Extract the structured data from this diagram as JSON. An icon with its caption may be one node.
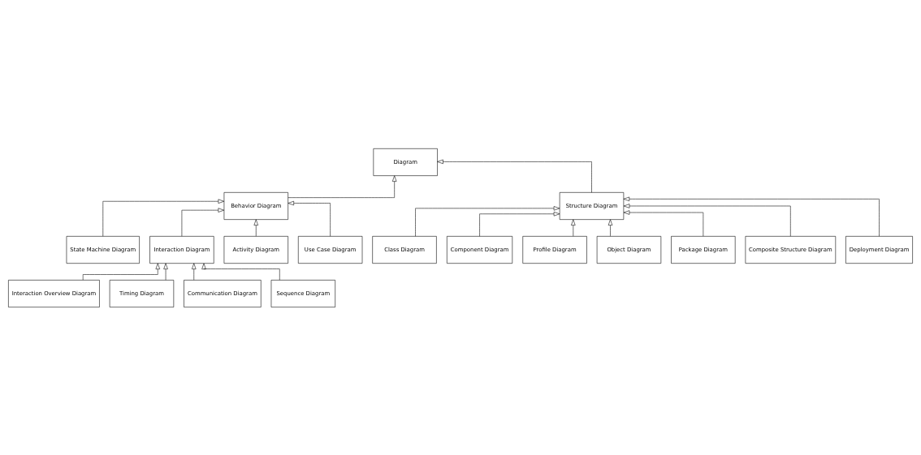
{
  "diagram": {
    "nodes": [
      {
        "text": [
          "Structure Diagram"
        ]
      },
      {
        "text": [
          "Diagram"
        ]
      },
      {
        "text": [
          "Behavior Diagram"
        ]
      },
      {
        "text": [
          "State Machine Diagram"
        ]
      },
      {
        "text": [
          "Class Diagram"
        ]
      },
      {
        "text": [
          "Component Diagram"
        ]
      },
      {
        "text": [
          "Interaction Diagram"
        ]
      },
      {
        "text": [
          "Activity Diagram"
        ]
      },
      {
        "text": [
          "Use Case Diagram"
        ]
      },
      {
        "text": [
          "Profile Diagram"
        ]
      },
      {
        "text": [
          "Object Diagram"
        ]
      },
      {
        "text": [
          "Interaction Overview Diagram"
        ]
      },
      {
        "text": [
          "Timing Diagram"
        ]
      },
      {
        "text": [
          "Package Diagram"
        ]
      },
      {
        "text": [
          "Composite Structure Diagram"
        ]
      },
      {
        "text": [
          "Communication Diagram"
        ]
      },
      {
        "text": [
          "Sequence Diagram"
        ]
      },
      {
        "text": [
          "Deployment Diagram"
        ]
      }
    ],
    "edges": [
      {
        "from": 0,
        "to": 1,
        "arrow": "to"
      },
      {
        "from": 2,
        "to": 1,
        "arrow": "to"
      },
      {
        "from": 4,
        "to": 0,
        "arrow": "to"
      },
      {
        "from": 5,
        "to": 0,
        "arrow": "to"
      },
      {
        "from": 9,
        "to": 0,
        "arrow": "to"
      },
      {
        "from": 10,
        "to": 0,
        "arrow": "to"
      },
      {
        "from": 13,
        "to": 0,
        "arrow": "to"
      },
      {
        "from": 14,
        "to": 0,
        "arrow": "to"
      },
      {
        "from": 17,
        "to": 0,
        "arrow": "to"
      },
      {
        "from": 6,
        "to": 2,
        "arrow": "to"
      },
      {
        "from": 7,
        "to": 2,
        "arrow": "to"
      },
      {
        "from": 8,
        "to": 2,
        "arrow": "to"
      },
      {
        "from": 3,
        "to": 2,
        "arrow": "to"
      },
      {
        "from": 11,
        "to": 6,
        "arrow": "to"
      },
      {
        "from": 15,
        "to": 6,
        "arrow": "to"
      },
      {
        "from": 16,
        "to": 6,
        "arrow": "to"
      },
      {
        "from": 12,
        "to": 6,
        "arrow": "to"
      }
    ]
  }
}
